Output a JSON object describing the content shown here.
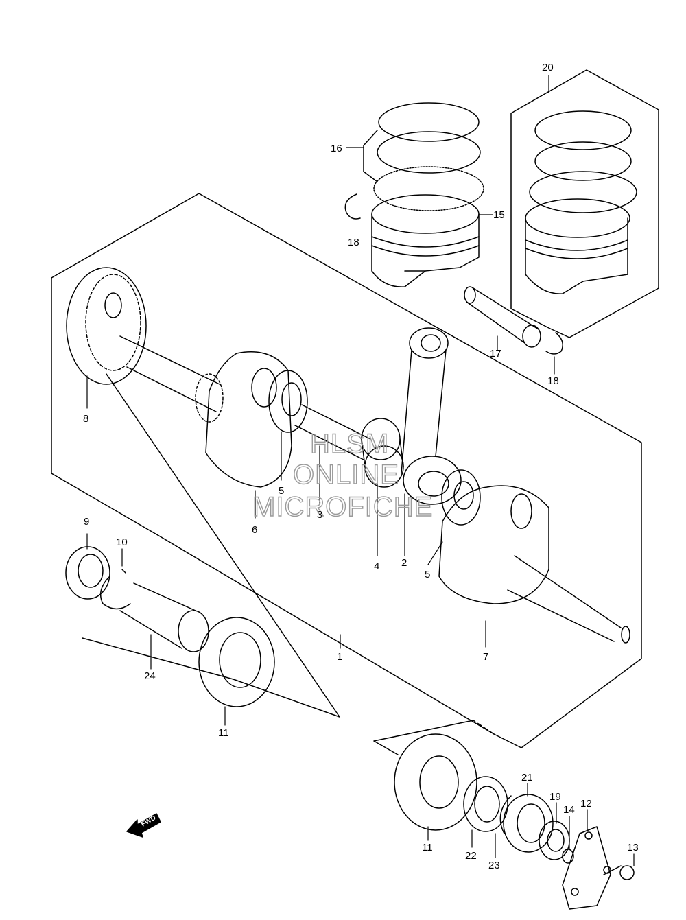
{
  "watermark": {
    "line1": "HLSM",
    "line2": "ONLINE",
    "line3": "MICROFICHE"
  },
  "fwd_label": "FWD",
  "callouts": [
    {
      "id": "c1",
      "text": "1"
    },
    {
      "id": "c2",
      "text": "2"
    },
    {
      "id": "c3",
      "text": "3"
    },
    {
      "id": "c4",
      "text": "4"
    },
    {
      "id": "c5a",
      "text": "5"
    },
    {
      "id": "c5b",
      "text": "5"
    },
    {
      "id": "c6",
      "text": "6"
    },
    {
      "id": "c7",
      "text": "7"
    },
    {
      "id": "c8",
      "text": "8"
    },
    {
      "id": "c9",
      "text": "9"
    },
    {
      "id": "c10",
      "text": "10"
    },
    {
      "id": "c11a",
      "text": "11"
    },
    {
      "id": "c11b",
      "text": "11"
    },
    {
      "id": "c12",
      "text": "12"
    },
    {
      "id": "c13",
      "text": "13"
    },
    {
      "id": "c14",
      "text": "14"
    },
    {
      "id": "c15",
      "text": "15"
    },
    {
      "id": "c16",
      "text": "16"
    },
    {
      "id": "c17",
      "text": "17"
    },
    {
      "id": "c18a",
      "text": "18"
    },
    {
      "id": "c18b",
      "text": "18"
    },
    {
      "id": "c19",
      "text": "19"
    },
    {
      "id": "c20",
      "text": "20"
    },
    {
      "id": "c21",
      "text": "21"
    },
    {
      "id": "c22",
      "text": "22"
    },
    {
      "id": "c23",
      "text": "23"
    },
    {
      "id": "c24",
      "text": "24"
    }
  ]
}
